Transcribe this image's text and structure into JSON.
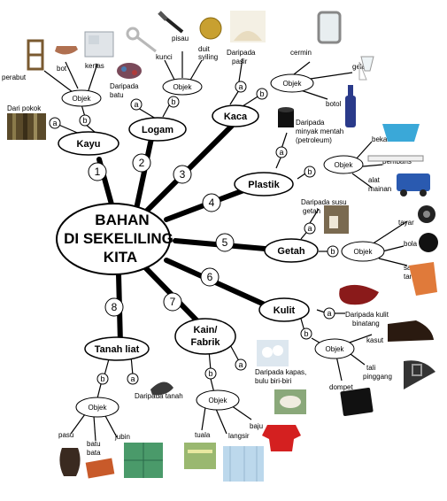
{
  "center": {
    "line1": "BAHAN",
    "line2": "DI SEKELILING",
    "line3": "KITA"
  },
  "branches": [
    {
      "num": "1",
      "name": "Kayu"
    },
    {
      "num": "2",
      "name": "Logam"
    },
    {
      "num": "3",
      "name": "Kaca"
    },
    {
      "num": "4",
      "name": "Plastik"
    },
    {
      "num": "5",
      "name": "Getah"
    },
    {
      "num": "6",
      "name": "Kulit"
    },
    {
      "num": "7",
      "name": "Kain/",
      "name2": "Fabrik"
    },
    {
      "num": "8",
      "name": "Tanah liat"
    }
  ],
  "labels": {
    "objek": "Objek",
    "a": "a",
    "b": "b",
    "kayu_source": "Dari pokok",
    "kayu_items": [
      "perabut",
      "bot",
      "kertas"
    ],
    "logam_source": "Daripada",
    "logam_source2": "batu",
    "logam_items": [
      "kunci",
      "pisau",
      "duit",
      "syiling"
    ],
    "kaca_source": "Daripada",
    "kaca_source2": "pasir",
    "kaca_items": [
      "cermin",
      "gelas",
      "botol"
    ],
    "plastik_source": "Daripada",
    "plastik_source2": "minyak mentah",
    "plastik_source3": "(petroleum)",
    "plastik_items": [
      "bekas",
      "pembaris",
      "alat",
      "mainan"
    ],
    "getah_source": "Daripada susu",
    "getah_source2": "getah",
    "getah_items": [
      "tayar",
      "bola",
      "sarung",
      "tangan"
    ],
    "kulit_source": "Daripada kulit",
    "kulit_source2": "binatang",
    "kulit_items": [
      "kasut",
      "tali",
      "pinggang",
      "dompet"
    ],
    "kain_source": "Daripada kapas,",
    "kain_source2": "bulu biri-biri",
    "kain_items": [
      "tuala",
      "langsir",
      "baju"
    ],
    "tanah_source": "Daripada tanah",
    "tanah_items": [
      "pasu",
      "batu",
      "bata",
      "jubin"
    ]
  },
  "colors": {
    "line": "#000000",
    "bg": "#ffffff"
  }
}
